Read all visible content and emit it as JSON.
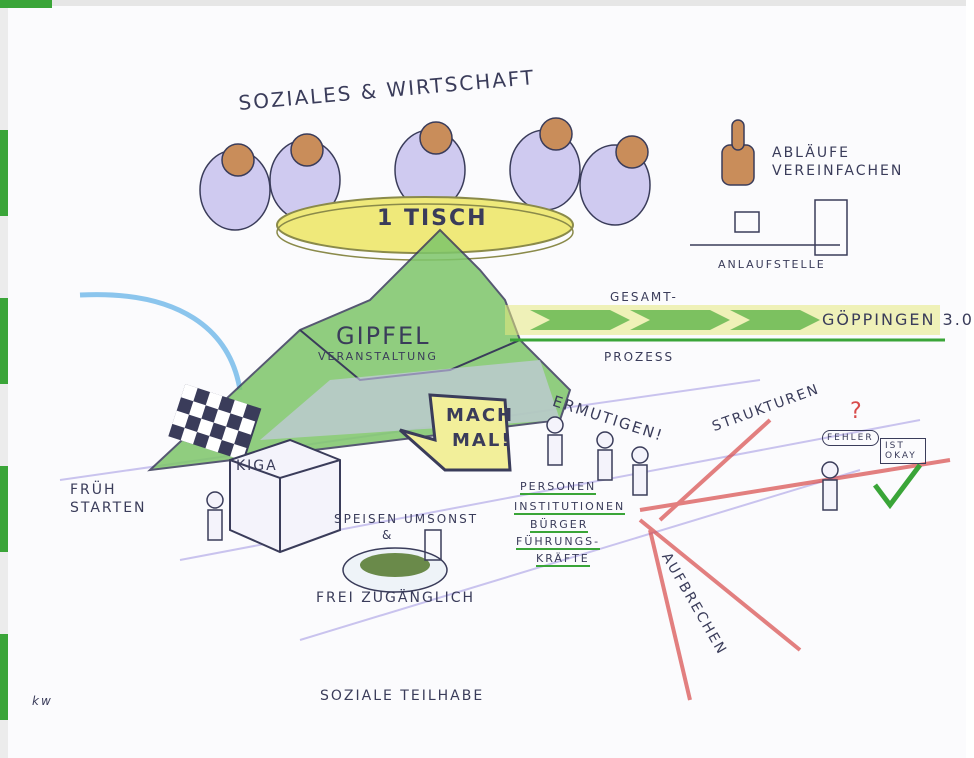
{
  "title": "SOZIALES & WIRTSCHAFT",
  "labels": {
    "table": "1 TISCH",
    "summit": "GIPFEL",
    "summit_sub": "VERANSTALTUNG",
    "gesamt": "GESAMT-",
    "prozess": "PROZESS",
    "goeppingen": "GÖPPINGEN 3.0",
    "ablaeufe": "ABLÄUFE",
    "vereinfachen": "VEREINFACHEN",
    "anlaufstelle": "ANLAUFSTELLE",
    "mach_mal": "MACH",
    "mach_mal2": "MAL!",
    "ermutigen": "ERMUTIGEN!",
    "strukturen": "STRUKTUREN",
    "fehler": "FEHLER",
    "ist_okay": "IST OKAY",
    "frueh": "FRÜH",
    "starten": "STARTEN",
    "kiga": "KIGA",
    "speisen": "SPEISEN UMSONST",
    "amp": "&",
    "frei": "FREI ZUGÄNGLICH",
    "personen": "PERSONEN",
    "institutionen": "INSTITUTIONEN",
    "buerger": "BÜRGER",
    "fuehrungs": "FÜHRUNGS-",
    "kraefte": "KRÄFTE",
    "aufbrechen": "AUFBRECHEN",
    "soziale_teilhabe": "SOZIALE TEILHABE",
    "signature": "kw"
  },
  "colors": {
    "accent_green": "#3aa538",
    "ink": "#3a3c5a",
    "table_yellow": "#efe97a",
    "mountain_green": "#5fb54a",
    "arrow_red": "#d84b4b",
    "lavender": "#b9b2e6",
    "sky_blue": "#6fb8e8"
  }
}
